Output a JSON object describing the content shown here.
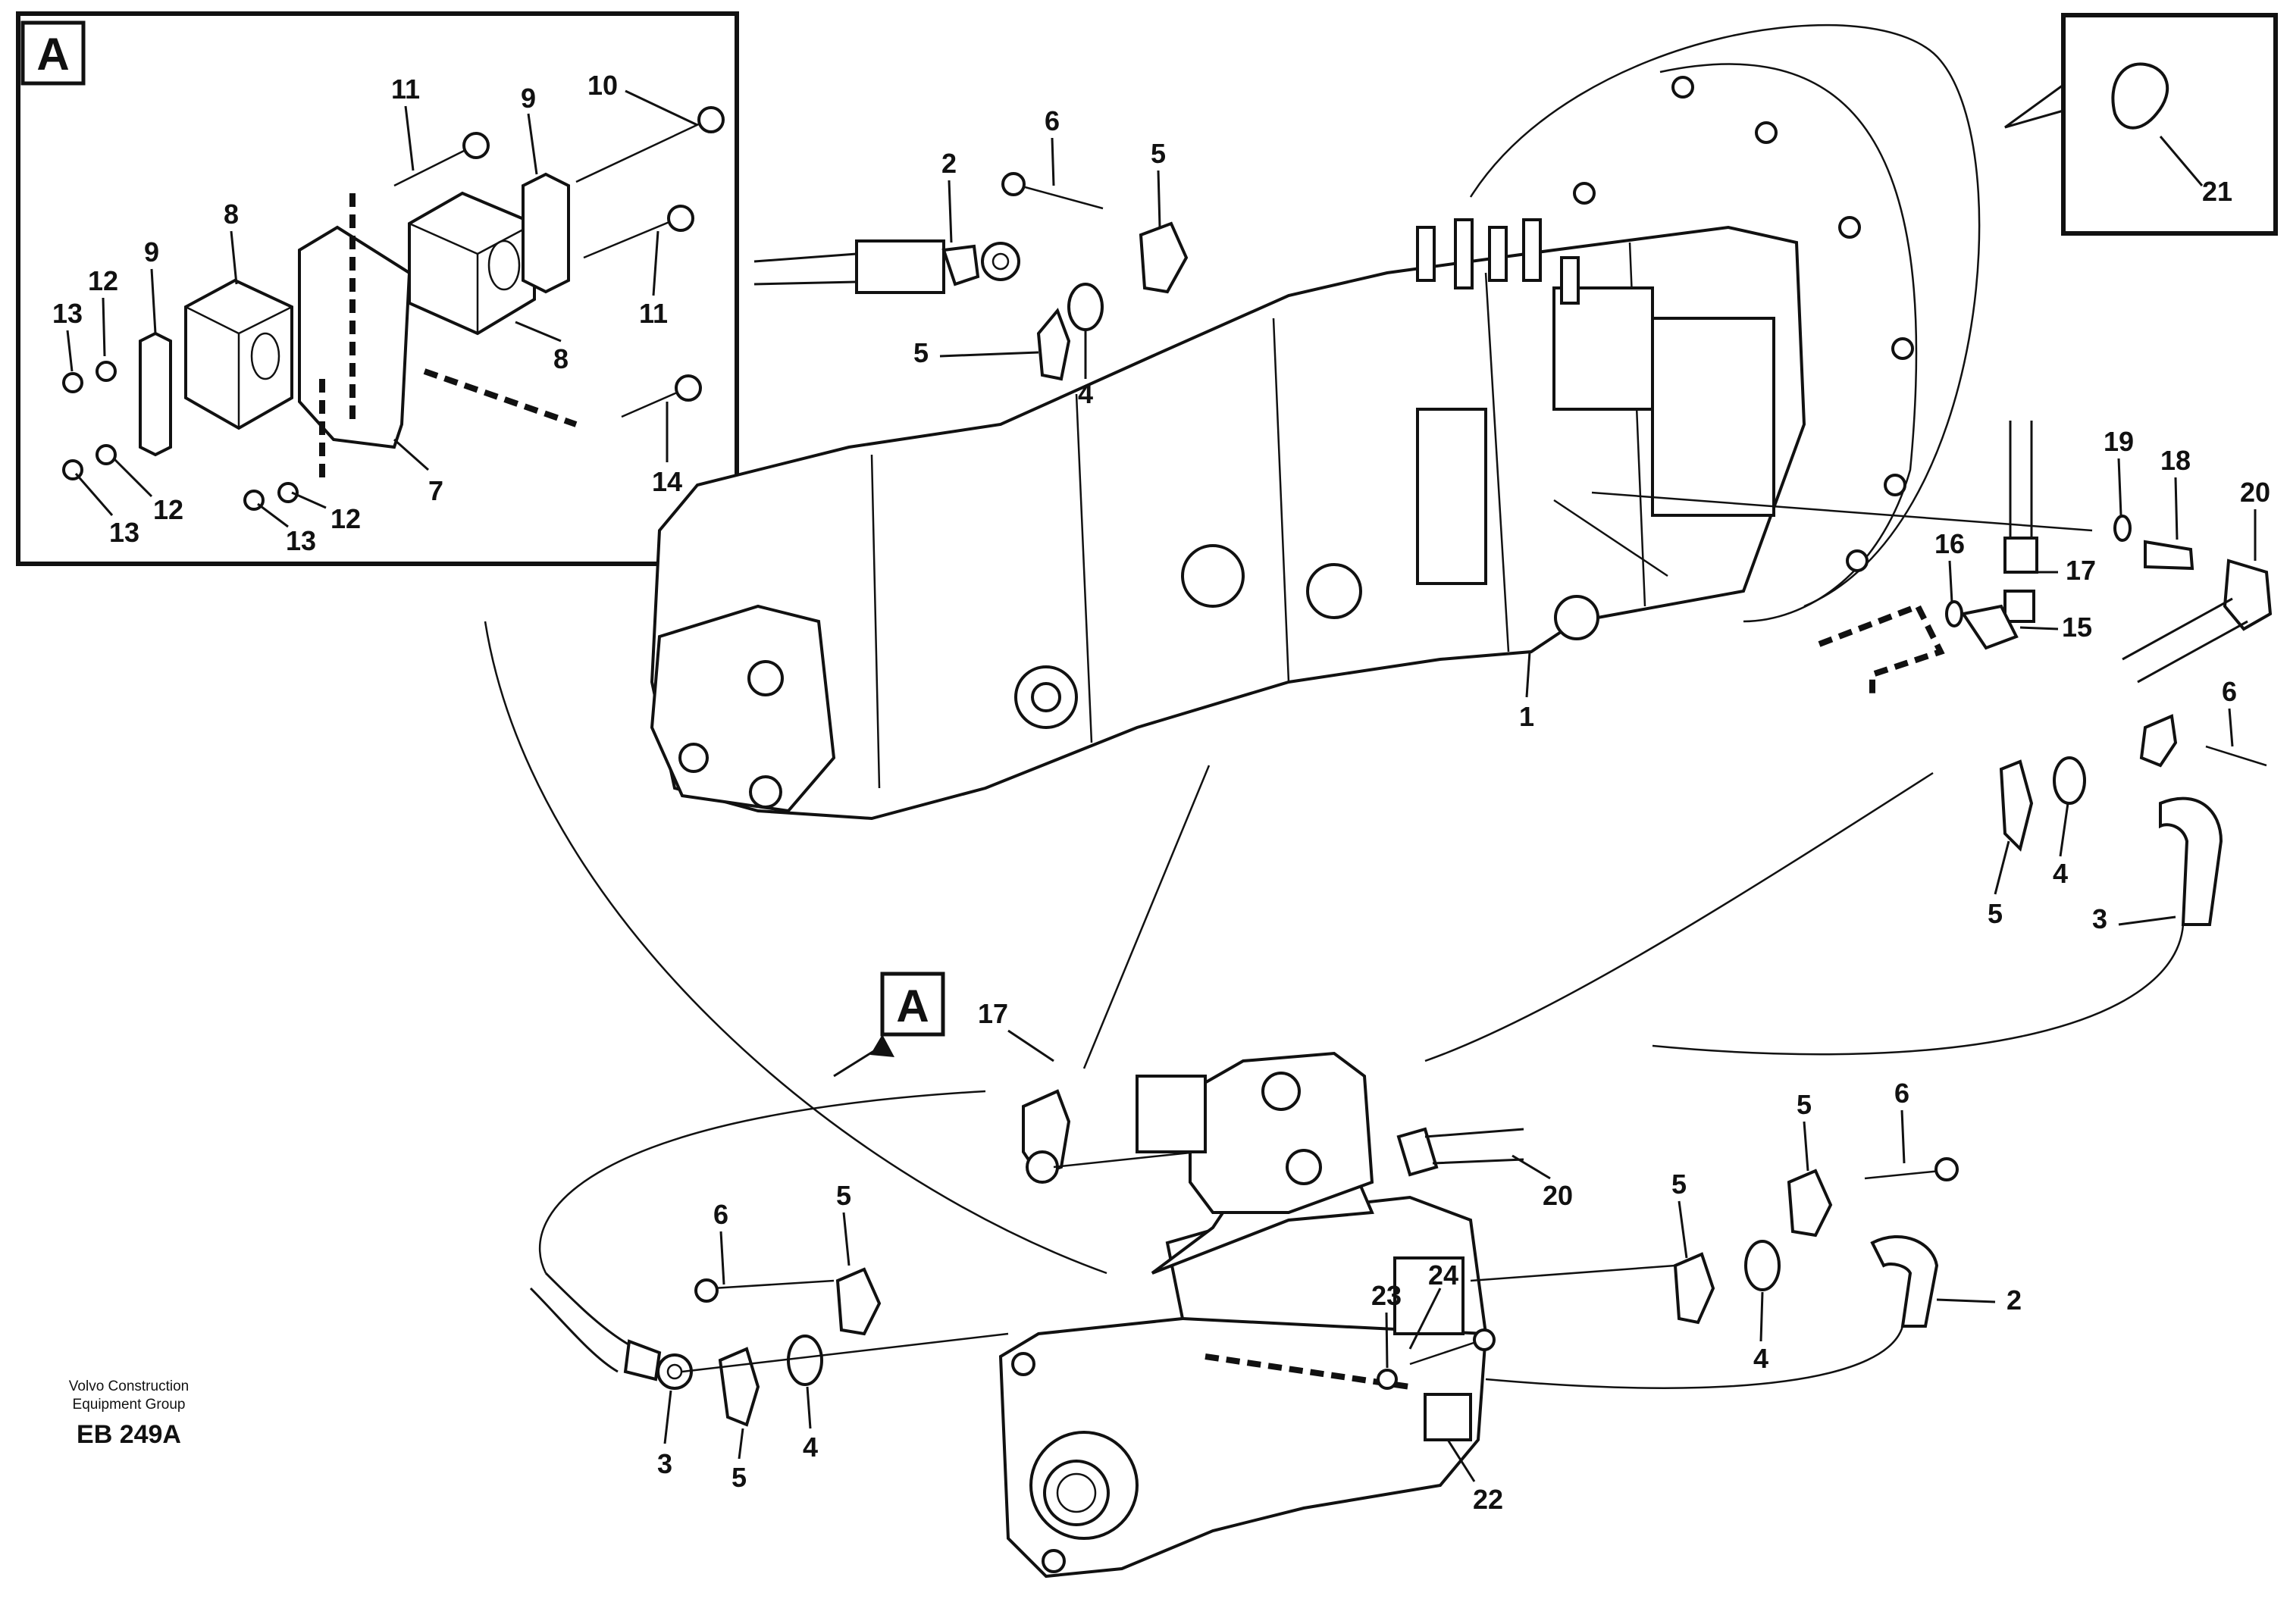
{
  "callouts": {
    "inset_a": "A",
    "detail_a": "A",
    "inset_a_labels": [
      "11",
      "9",
      "10",
      "8",
      "12",
      "9",
      "13",
      "11",
      "8",
      "12",
      "13",
      "7",
      "14",
      "13",
      "12"
    ],
    "main_labels": [
      "6",
      "2",
      "5",
      "5",
      "4",
      "21",
      "1",
      "19",
      "18",
      "20",
      "17",
      "16",
      "15",
      "6",
      "4",
      "5",
      "3",
      "17",
      "A",
      "6",
      "5",
      "20",
      "5",
      "6",
      "5",
      "24",
      "23",
      "2",
      "4",
      "3",
      "5",
      "4",
      "22"
    ]
  },
  "footer": {
    "company_line1": "Volvo Construction",
    "company_line2": "Equipment Group",
    "code": "EB 249A"
  }
}
